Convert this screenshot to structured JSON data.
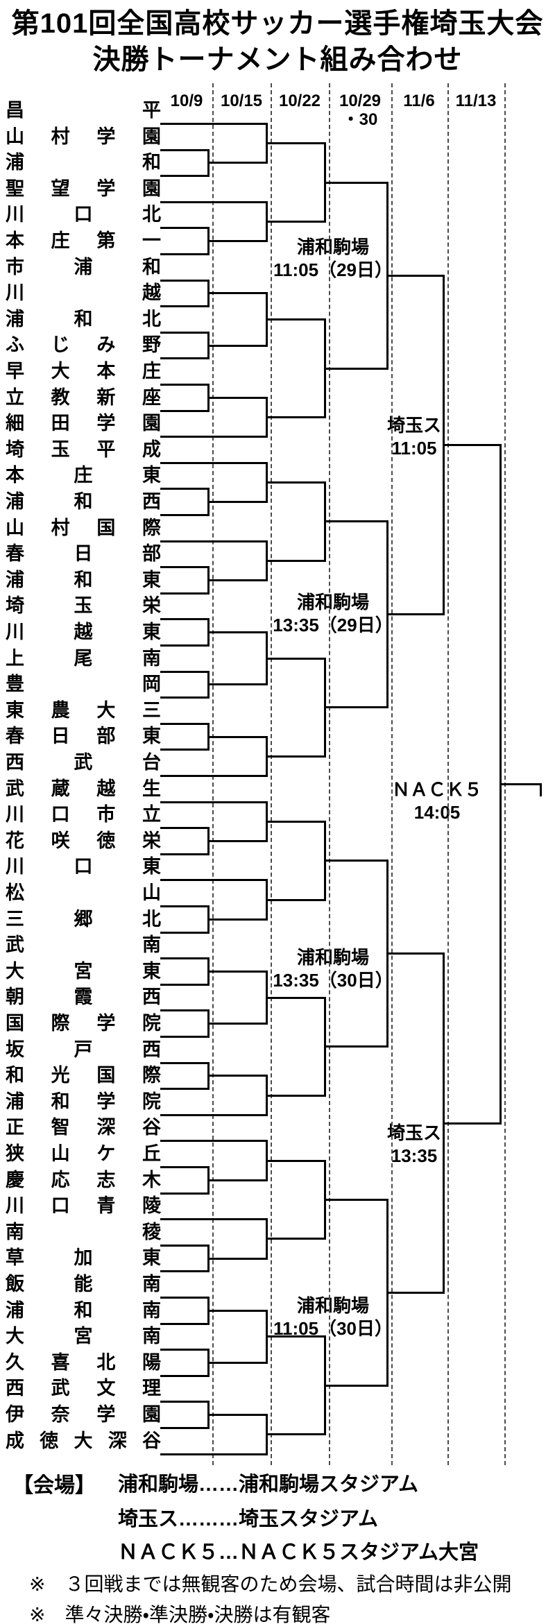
{
  "title": {
    "line1": "第101回全国高校サッカー選手権埼玉大会",
    "line2": "決勝トーナメント組み合わせ"
  },
  "dates": [
    "10/9",
    "10/15",
    "10/22",
    "10/29・30",
    "11/6",
    "11/13"
  ],
  "teams": [
    "昌平",
    "山村学園",
    "浦和",
    "聖望学園",
    "川口北",
    "本庄第一",
    "市浦和",
    "川越",
    "浦和北",
    "ふじみ野",
    "早大本庄",
    "立教新座",
    "細田学園",
    "埼玉平成",
    "本庄東",
    "浦和西",
    "山村国際",
    "春日部",
    "浦和東",
    "埼玉栄",
    "川越東",
    "上尾南",
    "豊岡",
    "東農大三",
    "春日部東",
    "西武台",
    "武蔵越生",
    "川口市立",
    "花咲徳栄",
    "川口東",
    "松山",
    "三郷北",
    "武南",
    "大宮東",
    "朝霞西",
    "国際学院",
    "坂戸西",
    "和光国際",
    "浦和学院",
    "正智深谷",
    "狭山ケ丘",
    "慶応志木",
    "川口青陵",
    "南稜",
    "草加東",
    "飯能南",
    "浦和南",
    "大宮南",
    "久喜北陽",
    "西武文理",
    "伊奈学園",
    "成徳大深谷"
  ],
  "bracket": {
    "teams_per_quarter": 13,
    "quarter_pattern": {
      "r1_matches": [
        [
          2,
          3
        ],
        [
          5,
          6
        ],
        [
          7,
          8
        ],
        [
          9,
          10
        ],
        [
          11,
          12
        ]
      ],
      "byes": [
        1,
        4,
        13
      ],
      "r2_matches": [
        [
          "T1",
          "M1"
        ],
        [
          "T4",
          "M2"
        ],
        [
          "M3",
          "M4"
        ],
        [
          "M5",
          "T13"
        ]
      ]
    }
  },
  "annotations": {
    "qf1": {
      "venue": "浦和駒場",
      "time": "11:05（29日）"
    },
    "sf1": {
      "venue": "埼玉ス",
      "time": "11:05"
    },
    "qf2": {
      "venue": "浦和駒場",
      "time": "13:35（29日）"
    },
    "final": {
      "venue": "ＮＡＣＫ５",
      "time": "14:05"
    },
    "qf3": {
      "venue": "浦和駒場",
      "time": "13:35（30日）"
    },
    "sf2": {
      "venue": "埼玉ス",
      "time": "13:35"
    },
    "qf4": {
      "venue": "浦和駒場",
      "time": "11:05（30日）"
    }
  },
  "legend": {
    "header": "【会場】",
    "venues": [
      "浦和駒場……浦和駒場スタジアム",
      "埼玉ス………埼玉スタジアム",
      "ＮＡＣＫ５…ＮＡＣＫ５スタジアム大宮"
    ],
    "notes": [
      "※　３回戦までは無観客のため会場、試合時間は非公開",
      "※　準々決勝・準決勝・決勝は有観客"
    ]
  },
  "colors": {
    "ink": "#000000",
    "background": "#ffffff"
  }
}
